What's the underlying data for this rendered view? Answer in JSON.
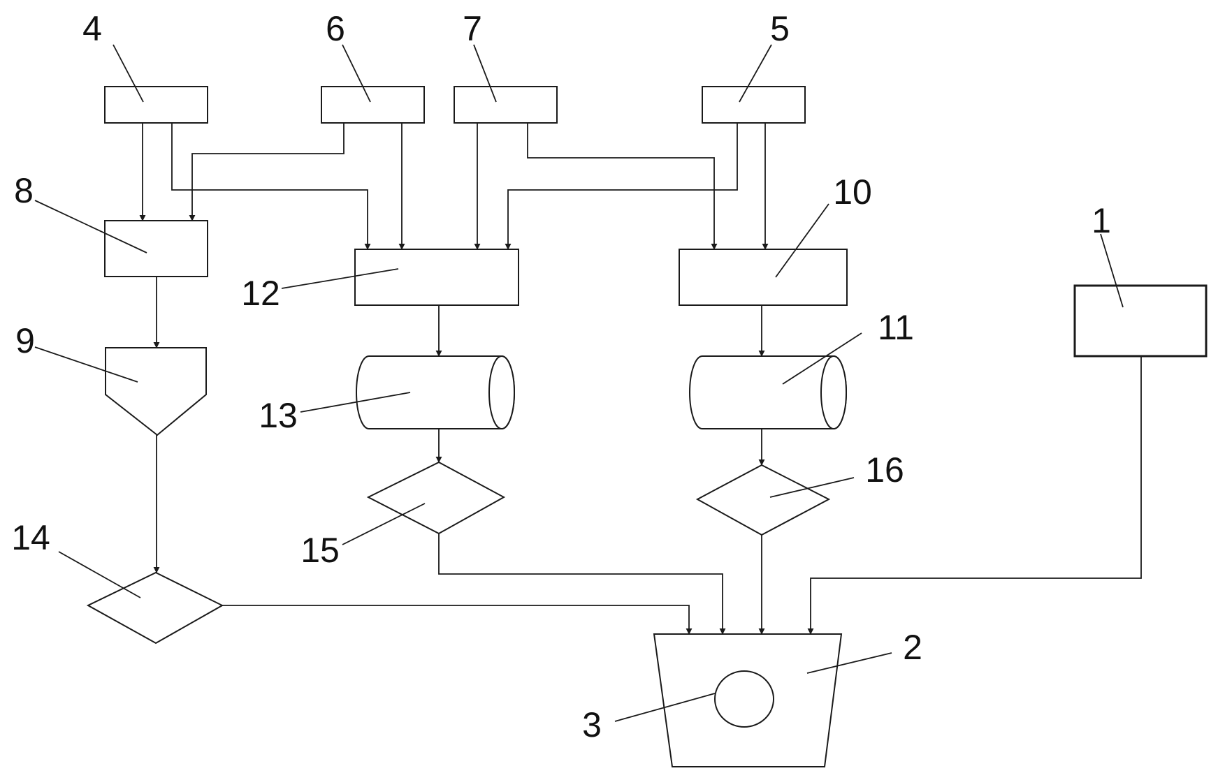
{
  "labels": {
    "n1": "1",
    "n2": "2",
    "n3": "3",
    "n4": "4",
    "n5": "5",
    "n6": "6",
    "n7": "7",
    "n8": "8",
    "n9": "9",
    "n10": "10",
    "n11": "11",
    "n12": "12",
    "n13": "13",
    "n14": "14",
    "n15": "15",
    "n16": "16"
  },
  "colors": {
    "line": "#1a1a1a",
    "background": "#ffffff"
  }
}
